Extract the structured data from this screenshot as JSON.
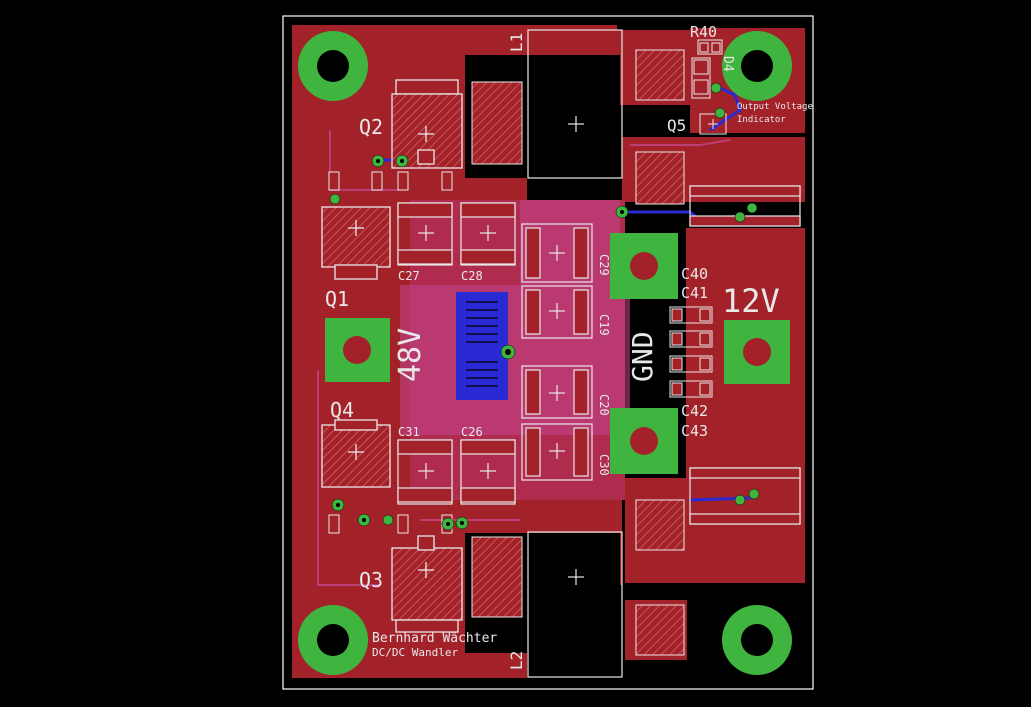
{
  "board": {
    "designer": "Bernhard Wächter",
    "project": "DC/DC Wandler"
  },
  "labels": {
    "v48": "48V",
    "v12": "12V",
    "gnd": "GND",
    "output_indicator_1": "Output Voltage",
    "output_indicator_2": "Indicator"
  },
  "components": {
    "q1": "Q1",
    "q2": "Q2",
    "q3": "Q3",
    "q4": "Q4",
    "q5": "Q5",
    "l1": "L1",
    "l2": "L2",
    "r40": "R40",
    "d4": "D4",
    "c19": "C19",
    "c20": "C20",
    "c26": "C26",
    "c27": "C27",
    "c28": "C28",
    "c29": "C29",
    "c30": "C30",
    "c31": "C31",
    "c40": "C40",
    "c41": "C41",
    "c42": "C42",
    "c43": "C43"
  },
  "colors": {
    "background": "#000000",
    "copper_top": "#a3222a",
    "copper_bottom": "#2a2ad4",
    "pad_green": "#3fb43f",
    "silkscreen": "#e8e8e8",
    "outline": "#ffffff",
    "via_ring": "#4cc44c",
    "overlay_magenta": "#c2458c"
  }
}
